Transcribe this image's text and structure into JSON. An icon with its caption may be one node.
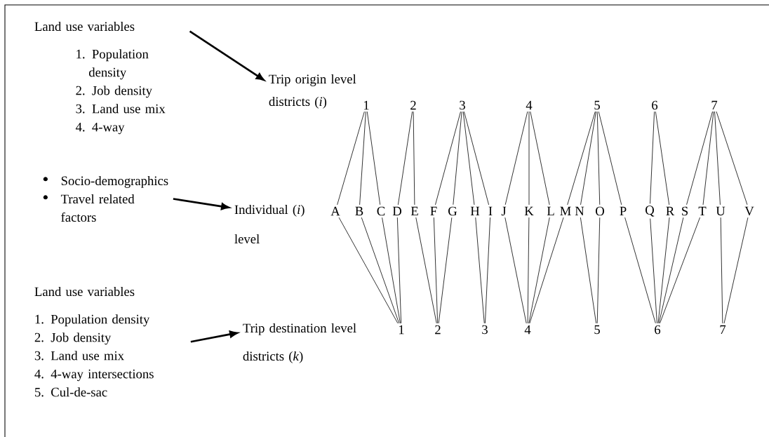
{
  "diagram": {
    "nodes": [
      {
        "text": [
          "Land use variables",
          "1. Population density",
          "2. Job density",
          "3. Land use mix",
          "4. 4-way"
        ]
      },
      {
        "text": [
          "Trip origin level districts (*i*)"
        ]
      },
      {
        "text": [
          "Socio-demographics",
          "Travel related factors"
        ]
      },
      {
        "text": [
          "Individual (*i*) level"
        ]
      },
      {
        "text": [
          "Land use variables",
          "1. Population density",
          "2. Job density",
          "3. Land use mix",
          "4. 4-way intersections",
          "5. Cul-de-sac"
        ]
      },
      {
        "text": [
          "Trip destination level districts (*k*)"
        ]
      },
      {
        "text": [
          "1"
        ]
      },
      {
        "text": [
          "2"
        ]
      },
      {
        "text": [
          "3"
        ]
      },
      {
        "text": [
          "4"
        ]
      },
      {
        "text": [
          "5"
        ]
      },
      {
        "text": [
          "6"
        ]
      },
      {
        "text": [
          "7"
        ]
      },
      {
        "text": [
          "A"
        ]
      },
      {
        "text": [
          "B"
        ]
      },
      {
        "text": [
          "C"
        ]
      },
      {
        "text": [
          "D"
        ]
      },
      {
        "text": [
          "E"
        ]
      },
      {
        "text": [
          "F"
        ]
      },
      {
        "text": [
          "G"
        ]
      },
      {
        "text": [
          "H"
        ]
      },
      {
        "text": [
          "I"
        ]
      },
      {
        "text": [
          "J"
        ]
      },
      {
        "text": [
          "K"
        ]
      },
      {
        "text": [
          "L"
        ]
      },
      {
        "text": [
          "M"
        ]
      },
      {
        "text": [
          "N"
        ]
      },
      {
        "text": [
          "O"
        ]
      },
      {
        "text": [
          "P"
        ]
      },
      {
        "text": [
          "Q"
        ]
      },
      {
        "text": [
          "R"
        ]
      },
      {
        "text": [
          "S"
        ]
      },
      {
        "text": [
          "T"
        ]
      },
      {
        "text": [
          "U"
        ]
      },
      {
        "text": [
          "V"
        ]
      },
      {
        "text": [
          "1"
        ]
      },
      {
        "text": [
          "2"
        ]
      },
      {
        "text": [
          "3"
        ]
      },
      {
        "text": [
          "4"
        ]
      },
      {
        "text": [
          "5"
        ]
      },
      {
        "text": [
          "6"
        ]
      },
      {
        "text": [
          "7"
        ]
      }
    ],
    "edges": [
      {
        "from": 0,
        "to": 1,
        "arrow": "to",
        "style": "thick"
      },
      {
        "from": 2,
        "to": 3,
        "arrow": "to",
        "style": "thick"
      },
      {
        "from": 4,
        "to": 5,
        "arrow": "to",
        "style": "thick"
      },
      {
        "from": 6,
        "to": 13,
        "arrow": "none"
      },
      {
        "from": 6,
        "to": 14,
        "arrow": "none"
      },
      {
        "from": 6,
        "to": 15,
        "arrow": "none"
      },
      {
        "from": 7,
        "to": 16,
        "arrow": "none"
      },
      {
        "from": 7,
        "to": 17,
        "arrow": "none"
      },
      {
        "from": 8,
        "to": 18,
        "arrow": "none"
      },
      {
        "from": 8,
        "to": 19,
        "arrow": "none"
      },
      {
        "from": 8,
        "to": 20,
        "arrow": "none"
      },
      {
        "from": 8,
        "to": 21,
        "arrow": "none"
      },
      {
        "from": 9,
        "to": 22,
        "arrow": "none"
      },
      {
        "from": 9,
        "to": 23,
        "arrow": "none"
      },
      {
        "from": 9,
        "to": 24,
        "arrow": "none"
      },
      {
        "from": 10,
        "to": 25,
        "arrow": "none"
      },
      {
        "from": 10,
        "to": 26,
        "arrow": "none"
      },
      {
        "from": 10,
        "to": 27,
        "arrow": "none"
      },
      {
        "from": 10,
        "to": 28,
        "arrow": "none"
      },
      {
        "from": 11,
        "to": 29,
        "arrow": "none"
      },
      {
        "from": 11,
        "to": 30,
        "arrow": "none"
      },
      {
        "from": 12,
        "to": 31,
        "arrow": "none"
      },
      {
        "from": 12,
        "to": 32,
        "arrow": "none"
      },
      {
        "from": 12,
        "to": 33,
        "arrow": "none"
      },
      {
        "from": 12,
        "to": 34,
        "arrow": "none"
      },
      {
        "from": 13,
        "to": 35,
        "arrow": "none"
      },
      {
        "from": 14,
        "to": 35,
        "arrow": "none"
      },
      {
        "from": 15,
        "to": 35,
        "arrow": "none"
      },
      {
        "from": 16,
        "to": 35,
        "arrow": "none"
      },
      {
        "from": 17,
        "to": 36,
        "arrow": "none"
      },
      {
        "from": 18,
        "to": 36,
        "arrow": "none"
      },
      {
        "from": 19,
        "to": 36,
        "arrow": "none"
      },
      {
        "from": 20,
        "to": 37,
        "arrow": "none"
      },
      {
        "from": 21,
        "to": 37,
        "arrow": "none"
      },
      {
        "from": 22,
        "to": 38,
        "arrow": "none"
      },
      {
        "from": 23,
        "to": 38,
        "arrow": "none"
      },
      {
        "from": 24,
        "to": 38,
        "arrow": "none"
      },
      {
        "from": 25,
        "to": 38,
        "arrow": "none"
      },
      {
        "from": 26,
        "to": 39,
        "arrow": "none"
      },
      {
        "from": 27,
        "to": 39,
        "arrow": "none"
      },
      {
        "from": 28,
        "to": 40,
        "arrow": "none"
      },
      {
        "from": 29,
        "to": 40,
        "arrow": "none"
      },
      {
        "from": 30,
        "to": 40,
        "arrow": "none"
      },
      {
        "from": 31,
        "to": 40,
        "arrow": "none"
      },
      {
        "from": 32,
        "to": 40,
        "arrow": "none"
      },
      {
        "from": 33,
        "to": 41,
        "arrow": "none"
      },
      {
        "from": 34,
        "to": 41,
        "arrow": "none"
      }
    ]
  }
}
